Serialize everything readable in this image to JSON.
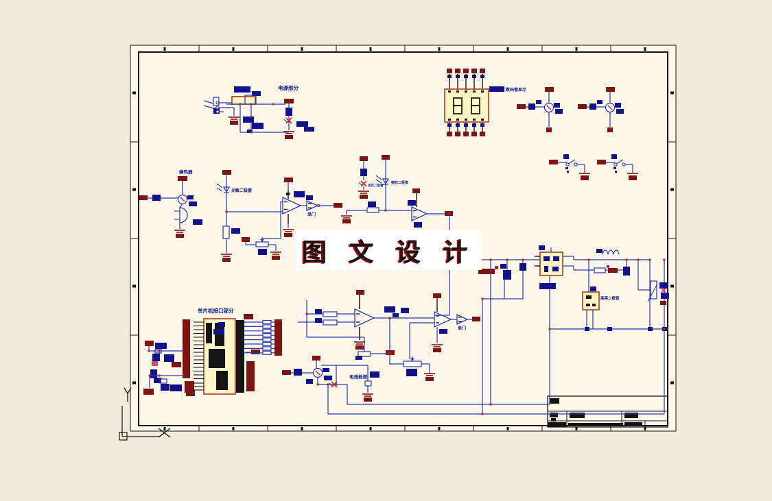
{
  "watermark": {
    "text": "图 文 设 计"
  },
  "labels": {
    "power_section": "电源部分",
    "display_section": "数码管显示",
    "mcu_section": "单片机接口部分",
    "current_detect": "电流检测",
    "buzzer": "蜂鸣器",
    "photodiode": "光敏二极管",
    "recv_diode": "接收二极管",
    "led_x": "发光二极管",
    "bridge_note": "高亮二极管",
    "buffer": "单门"
  },
  "colors": {
    "page_bg": "#f0ecdb",
    "sheet_bg": "#fbf8e9",
    "wire_blue": "#2b35b5",
    "component_navy": "#12128f",
    "power_maroon": "#7e1512",
    "ic_fill_yellow": "#fcf7c5",
    "ic_border_red": "#a83a28",
    "junction_red": "#c0392b",
    "frame_black": "#151515",
    "watermark_shadow": "#bf0000"
  }
}
